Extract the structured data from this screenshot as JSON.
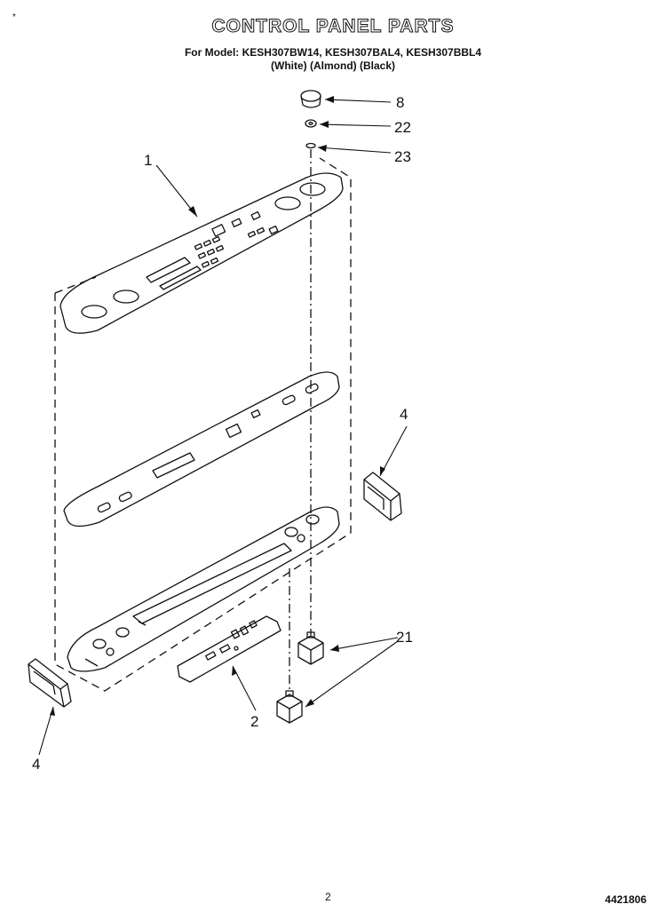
{
  "header": {
    "title": "CONTROL PANEL PARTS",
    "models": "For Model: KESH307BW14, KESH307BAL4, KESH307BBL4",
    "colors": "(White)    (Almond)    (Black)"
  },
  "callouts": [
    "8",
    "22",
    "23",
    "1",
    "4",
    "21",
    "2",
    "4"
  ],
  "footer": {
    "page": "2",
    "code": "4421806"
  },
  "corner_mark": "*"
}
